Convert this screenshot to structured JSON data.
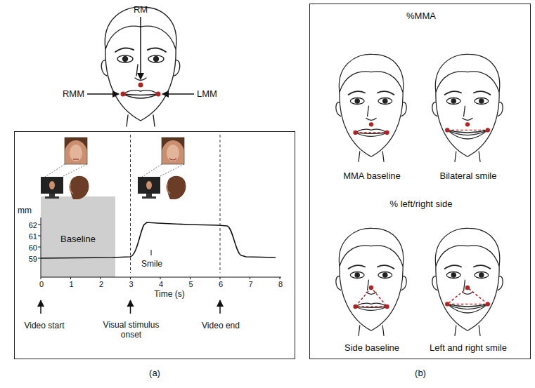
{
  "diagram": {
    "nodes": [
      {
        "text": [
          "mm",
          "62",
          "61",
          "60",
          "59",
          "Baseline",
          "Smile",
          "0",
          "1",
          "2",
          "3",
          "4",
          "5",
          "6",
          "7",
          "8",
          "Time (s)",
          "Video start",
          "Visual stimulus onset",
          "Video end"
        ]
      },
      {
        "text": [
          "%MMA",
          "MMA baseline",
          "Bilateral smile",
          "% left/right side",
          "Side baseline",
          "Left and right smile"
        ]
      }
    ],
    "labels": [
      "RM",
      "RMM",
      "LMM",
      "(a)",
      "(b)"
    ]
  }
}
